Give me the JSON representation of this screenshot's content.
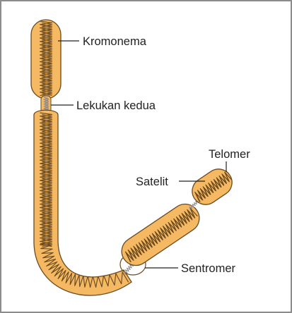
{
  "labels": {
    "kromonema": "Kromonema",
    "lekukan_kedua": "Lekukan kedua",
    "telomer": "Telomer",
    "satelit": "Satelit",
    "sentromer": "Sentromer"
  },
  "colors": {
    "chromatid_fill": "#F5B963",
    "chromatid_outline": "#6b4a1f",
    "chromonema_coil": "#6b4a1f",
    "connector_thread": "#8a8a8a",
    "leader_line": "#222222",
    "frame_border": "#8c8c8c"
  }
}
